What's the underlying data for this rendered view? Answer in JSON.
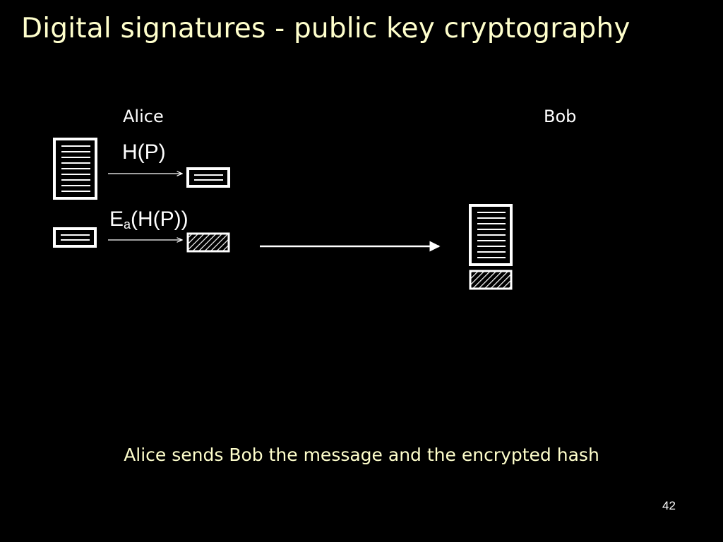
{
  "title": "Digital signatures - public key cryptography",
  "parties": {
    "alice": "Alice",
    "bob": "Bob"
  },
  "labels": {
    "hash": "H(P)",
    "encrypted_prefix": "E",
    "encrypted_subscript": "a",
    "encrypted_suffix": "(H(P))"
  },
  "caption": "Alice sends Bob the message and the encrypted hash",
  "page_number": "42",
  "colors": {
    "background": "#000000",
    "title": "#ffffcc",
    "foreground": "#ffffff"
  }
}
